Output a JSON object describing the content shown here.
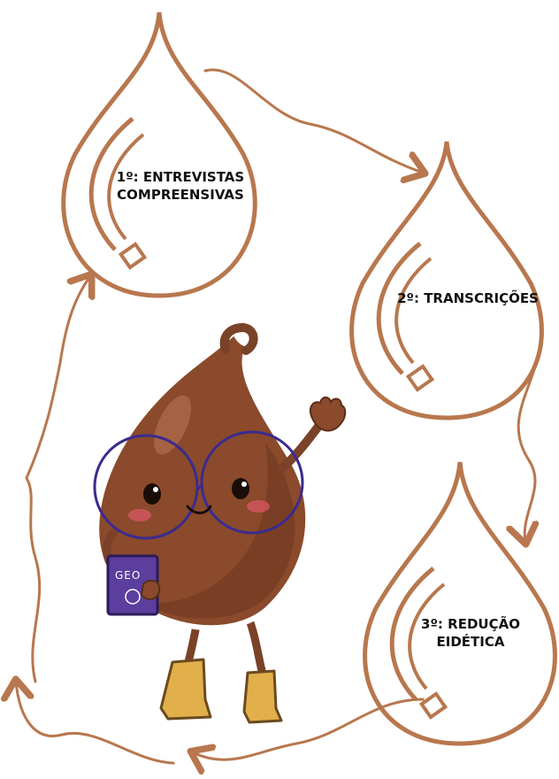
{
  "colors": {
    "drop_outline": "#b8774e",
    "cycle_arrow": "#b8774e",
    "mascot_body": "#8a4a2b",
    "mascot_shade": "#6d3520",
    "glasses": "#3b2a8f",
    "book": "#5b3e9e",
    "boots": "#e2b04a",
    "label_text": "#111111"
  },
  "steps": [
    {
      "lines": [
        "1º: ENTREVISTAS",
        "COMPREENSIVAS"
      ],
      "icon": "water-drop-icon"
    },
    {
      "lines": [
        "2º: TRANSCRIÇÕES"
      ],
      "icon": "water-drop-icon"
    },
    {
      "lines": [
        "3º: REDUÇÃO",
        "EIDÉTICA"
      ],
      "icon": "water-drop-icon"
    }
  ],
  "mascot": {
    "description_icon": "waving-drop-mascot-icon",
    "book_text": "GEO"
  }
}
